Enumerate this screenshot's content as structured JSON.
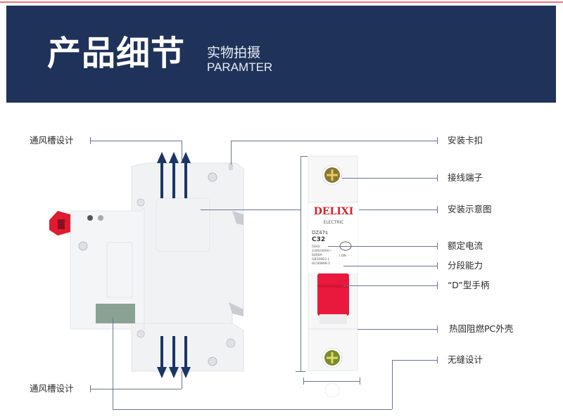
{
  "header": {
    "title": "产品细节",
    "subtitle_cn": "实物拍摄",
    "subtitle_en": "PARAMTER"
  },
  "colors": {
    "banner_bg": "#1f3259",
    "arrow": "#1b3566",
    "leader_line": "#6a7590",
    "brand_red": "#d6232e",
    "handle_red": "#e8193c"
  },
  "left_callouts": [
    {
      "label": "通风槽设计"
    },
    {
      "label": "通风槽设计"
    }
  ],
  "right_callouts": [
    {
      "label": "安装卡扣"
    },
    {
      "label": "接线端子"
    },
    {
      "label": "安装示意图"
    },
    {
      "label": "额定电流"
    },
    {
      "label": "分段能力"
    },
    {
      "label": "“D”型手柄"
    },
    {
      "label": "热固阻燃PC外壳"
    },
    {
      "label": "无缝设计"
    }
  ],
  "breaker_front": {
    "brand": "DELIXI",
    "brand_sub": "ELECTRIC",
    "model": "DZ47s",
    "rating": "C32",
    "cert_mark": "CCC",
    "spec_lines": [
      "50Hz",
      "230V/400V~",
      "6000A",
      "GB10963.1",
      "IEC60898-1"
    ],
    "on_mark": "I ON"
  },
  "breaker_side": {
    "vent_arrows_up": 3,
    "vent_arrows_down": 3
  }
}
